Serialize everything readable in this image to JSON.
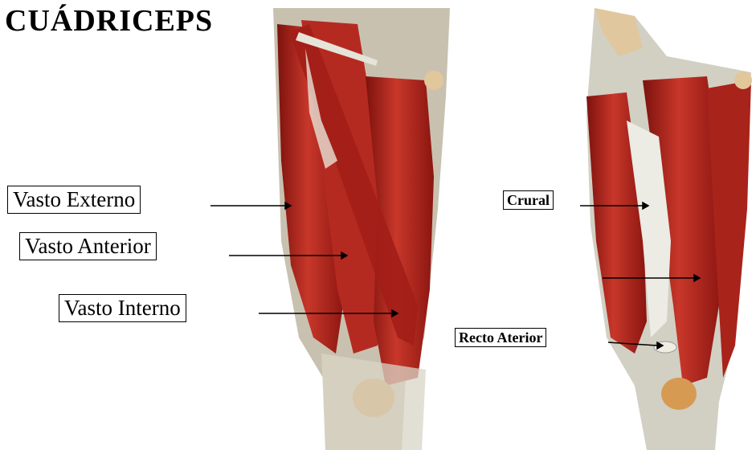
{
  "title": "CUÁDRICEPS",
  "labels": {
    "vasto_externo": "Vasto Externo",
    "vasto_anterior": "Vasto Anterior",
    "vasto_interno": "Vasto Interno",
    "crural": "Crural",
    "recto_aterior": "Recto Aterior"
  },
  "colors": {
    "muscle": "#b8231c",
    "muscle_dark": "#8e1712",
    "tendon": "#e6e3d8",
    "bone": "#d9a35a"
  }
}
